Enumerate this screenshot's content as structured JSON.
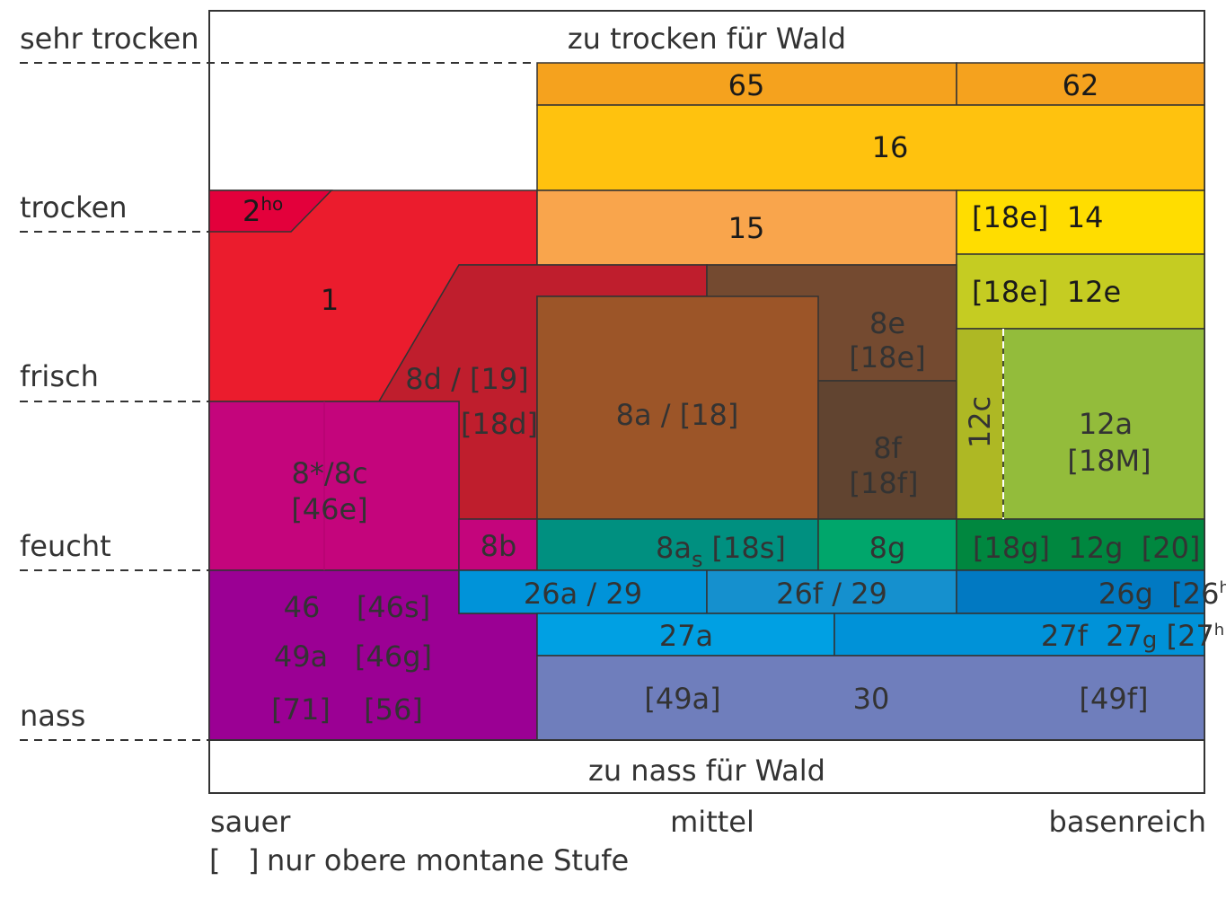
{
  "moisture_levels": {
    "sehr_trocken": "sehr trocken",
    "trocken": "trocken",
    "frisch": "frisch",
    "feucht": "feucht",
    "nass": "nass"
  },
  "acidity_levels": {
    "sauer": "sauer",
    "mittel": "mittel",
    "basenreich": "basenreich"
  },
  "zones": {
    "too_dry": "zu trocken für Wald",
    "too_wet": "zu nass für Wald"
  },
  "legend": {
    "bracket_symbol": "[   ]",
    "note": "nur obere montane Stufe"
  },
  "units": {
    "u65": "65",
    "u62": "62",
    "u16": "16",
    "u2ho_base": "2",
    "u2ho_sup": "ho",
    "u15": "15",
    "u14": "[18e]  14",
    "u12e": "[18e]  12e",
    "u1": "1",
    "u8e_1": "8e",
    "u8e_2": "[18e]",
    "u8d": "8d / [19]",
    "u18d": "[18d]",
    "u8a": "8a / [18]",
    "u8f_1": "8f",
    "u8f_2": "[18f]",
    "u12c": "12c",
    "u12a_1": "12a",
    "u12a_2": "[18M]",
    "u8c_1": "8*/8c",
    "u8c_2": "[46e]",
    "u8b": "8b",
    "u8as_base": "8a",
    "u8as_sub": "s",
    "u8as_rest": "[18s]",
    "u8g": "8g",
    "u12g": "[18g]  12g  [20]",
    "u46": "46",
    "u46s": "[46s]",
    "u49a": "49a",
    "u46g": "[46g]",
    "u71": "[71]",
    "u56": "[56]",
    "u26a": "26a / 29",
    "u26f": "26f / 29",
    "u26g_base": "26g  [26",
    "u26g_sup": "h",
    "u26g_end": "]",
    "u27a": "27a",
    "u27f_base": "27f  27",
    "u27f_sub": "g",
    "u27f_mid": " [27",
    "u27f_sup": "h",
    "u27f_end": "]",
    "u49a_b": "[49a]",
    "u30": "30",
    "u49f": "[49f]"
  },
  "colors": {
    "orange_dark": "#F5A21E",
    "yellow_orange": "#FFC20E",
    "orange_light": "#F9A54C",
    "yellow": "#FFDD00",
    "yellow_green": "#C5CC22",
    "red": "#EB1C2D",
    "crimson": "#E3003B",
    "dark_red": "#BF1E2D",
    "brown": "#9C5528",
    "brown_dark": "#744A30",
    "brown_darker": "#614430",
    "olive": "#AEB824",
    "green_light": "#93BC3B",
    "magenta": "#C4057C",
    "teal": "#009080",
    "green": "#00A66B",
    "green_dark": "#00873F",
    "purple": "#9B0094",
    "blue": "#0093D9",
    "blue_mid": "#1590CE",
    "blue_dark": "#0179C2",
    "cyan": "#00A0E3",
    "blue2": "#0092D8",
    "lavender": "#6F7EBC"
  }
}
